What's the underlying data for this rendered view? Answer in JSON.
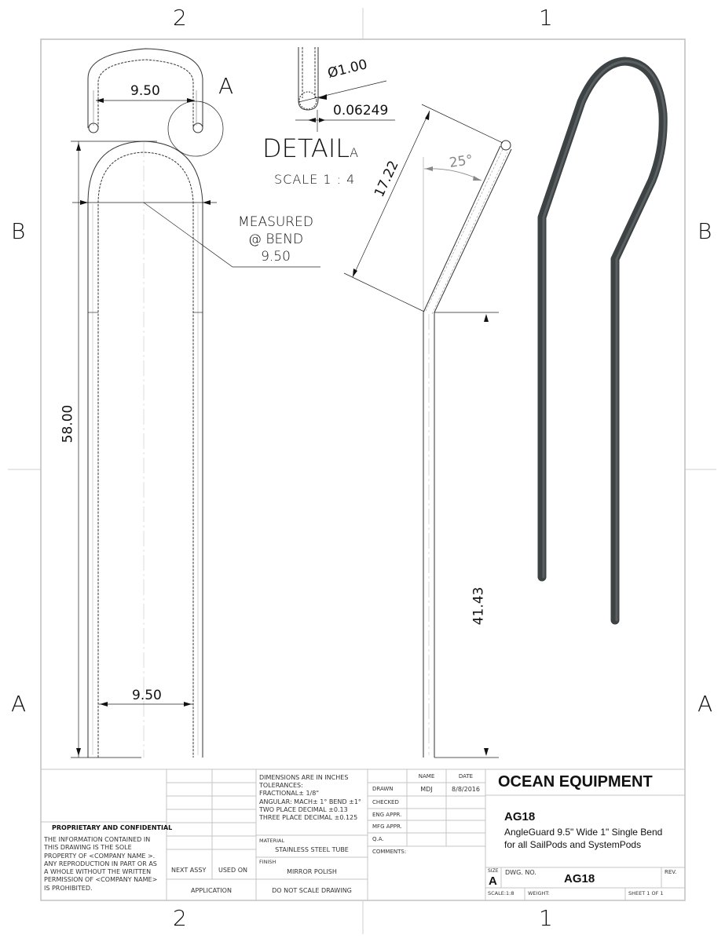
{
  "zones": {
    "top": [
      "2",
      "1"
    ],
    "bottom": [
      "2",
      "1"
    ],
    "left": [
      "B",
      "A"
    ],
    "right": [
      "B",
      "A"
    ]
  },
  "views": {
    "top_view": {
      "width_dim": "9.50",
      "detail_callout": "A"
    },
    "detail": {
      "title": "DETAIL",
      "title_suffix": "A",
      "scale": "SCALE 1 : 4",
      "diameter": "Ø1.00",
      "wall": "0.06249"
    },
    "front_view": {
      "height_dim": "58.00",
      "bottom_width_dim": "9.50",
      "note_line1": "MEASURED",
      "note_line2": "@ BEND",
      "note_line3": "9.50"
    },
    "side_view": {
      "bend_length": "17.22",
      "angle": "25°",
      "straight_length": "41.43"
    },
    "iso_view": {
      "color": "#3d4244"
    }
  },
  "title_block": {
    "proprietary_title": "PROPRIETARY AND CONFIDENTIAL",
    "proprietary_text": [
      "THE INFORMATION CONTAINED IN",
      "THIS DRAWING IS THE SOLE",
      "PROPERTY OF <COMPANY NAME >.",
      "ANY REPRODUCTION IN PART OR AS",
      "A WHOLE WITHOUT THE WRITTEN",
      "PERMISSION OF <COMPANY NAME>",
      "IS PROHIBITED."
    ],
    "next_assy": "NEXT ASSY",
    "used_on": "USED ON",
    "application": "APPLICATION",
    "tolerances": [
      "DIMENSIONS ARE IN INCHES",
      "TOLERANCES:",
      "FRACTIONAL± 1/8\"",
      "ANGULAR: MACH± 1° BEND ±1°",
      "TWO PLACE DECIMAL    ±0.13",
      "THREE PLACE DECIMAL  ±0.125"
    ],
    "material_label": "MATERIAL",
    "material_value": "STAINLESS STEEL TUBE",
    "finish_label": "FINISH",
    "finish_value": "MIRROR POLISH",
    "do_not_scale": "DO NOT SCALE DRAWING",
    "approvals": {
      "header_name": "NAME",
      "header_date": "DATE",
      "rows": [
        {
          "label": "DRAWN",
          "name": "MDJ",
          "date": "8/8/2016"
        },
        {
          "label": "CHECKED",
          "name": "",
          "date": ""
        },
        {
          "label": "ENG APPR.",
          "name": "",
          "date": ""
        },
        {
          "label": "MFG APPR.",
          "name": "",
          "date": ""
        },
        {
          "label": "Q.A.",
          "name": "",
          "date": ""
        }
      ],
      "comments": "COMMENTS:"
    },
    "company": "OCEAN EQUIPMENT",
    "part_title": "AG18",
    "description_line1": "AngleGuard 9.5\" Wide 1\" Single Bend",
    "description_line2": "for all SailPods and SystemPods",
    "size_label": "SIZE",
    "size_value": "A",
    "dwg_no_label": "DWG.  NO.",
    "dwg_no_value": "AG18",
    "rev_label": "REV.",
    "scale": "SCALE:1:8",
    "weight": "WEIGHT:",
    "sheet": "SHEET 1 OF 1"
  }
}
